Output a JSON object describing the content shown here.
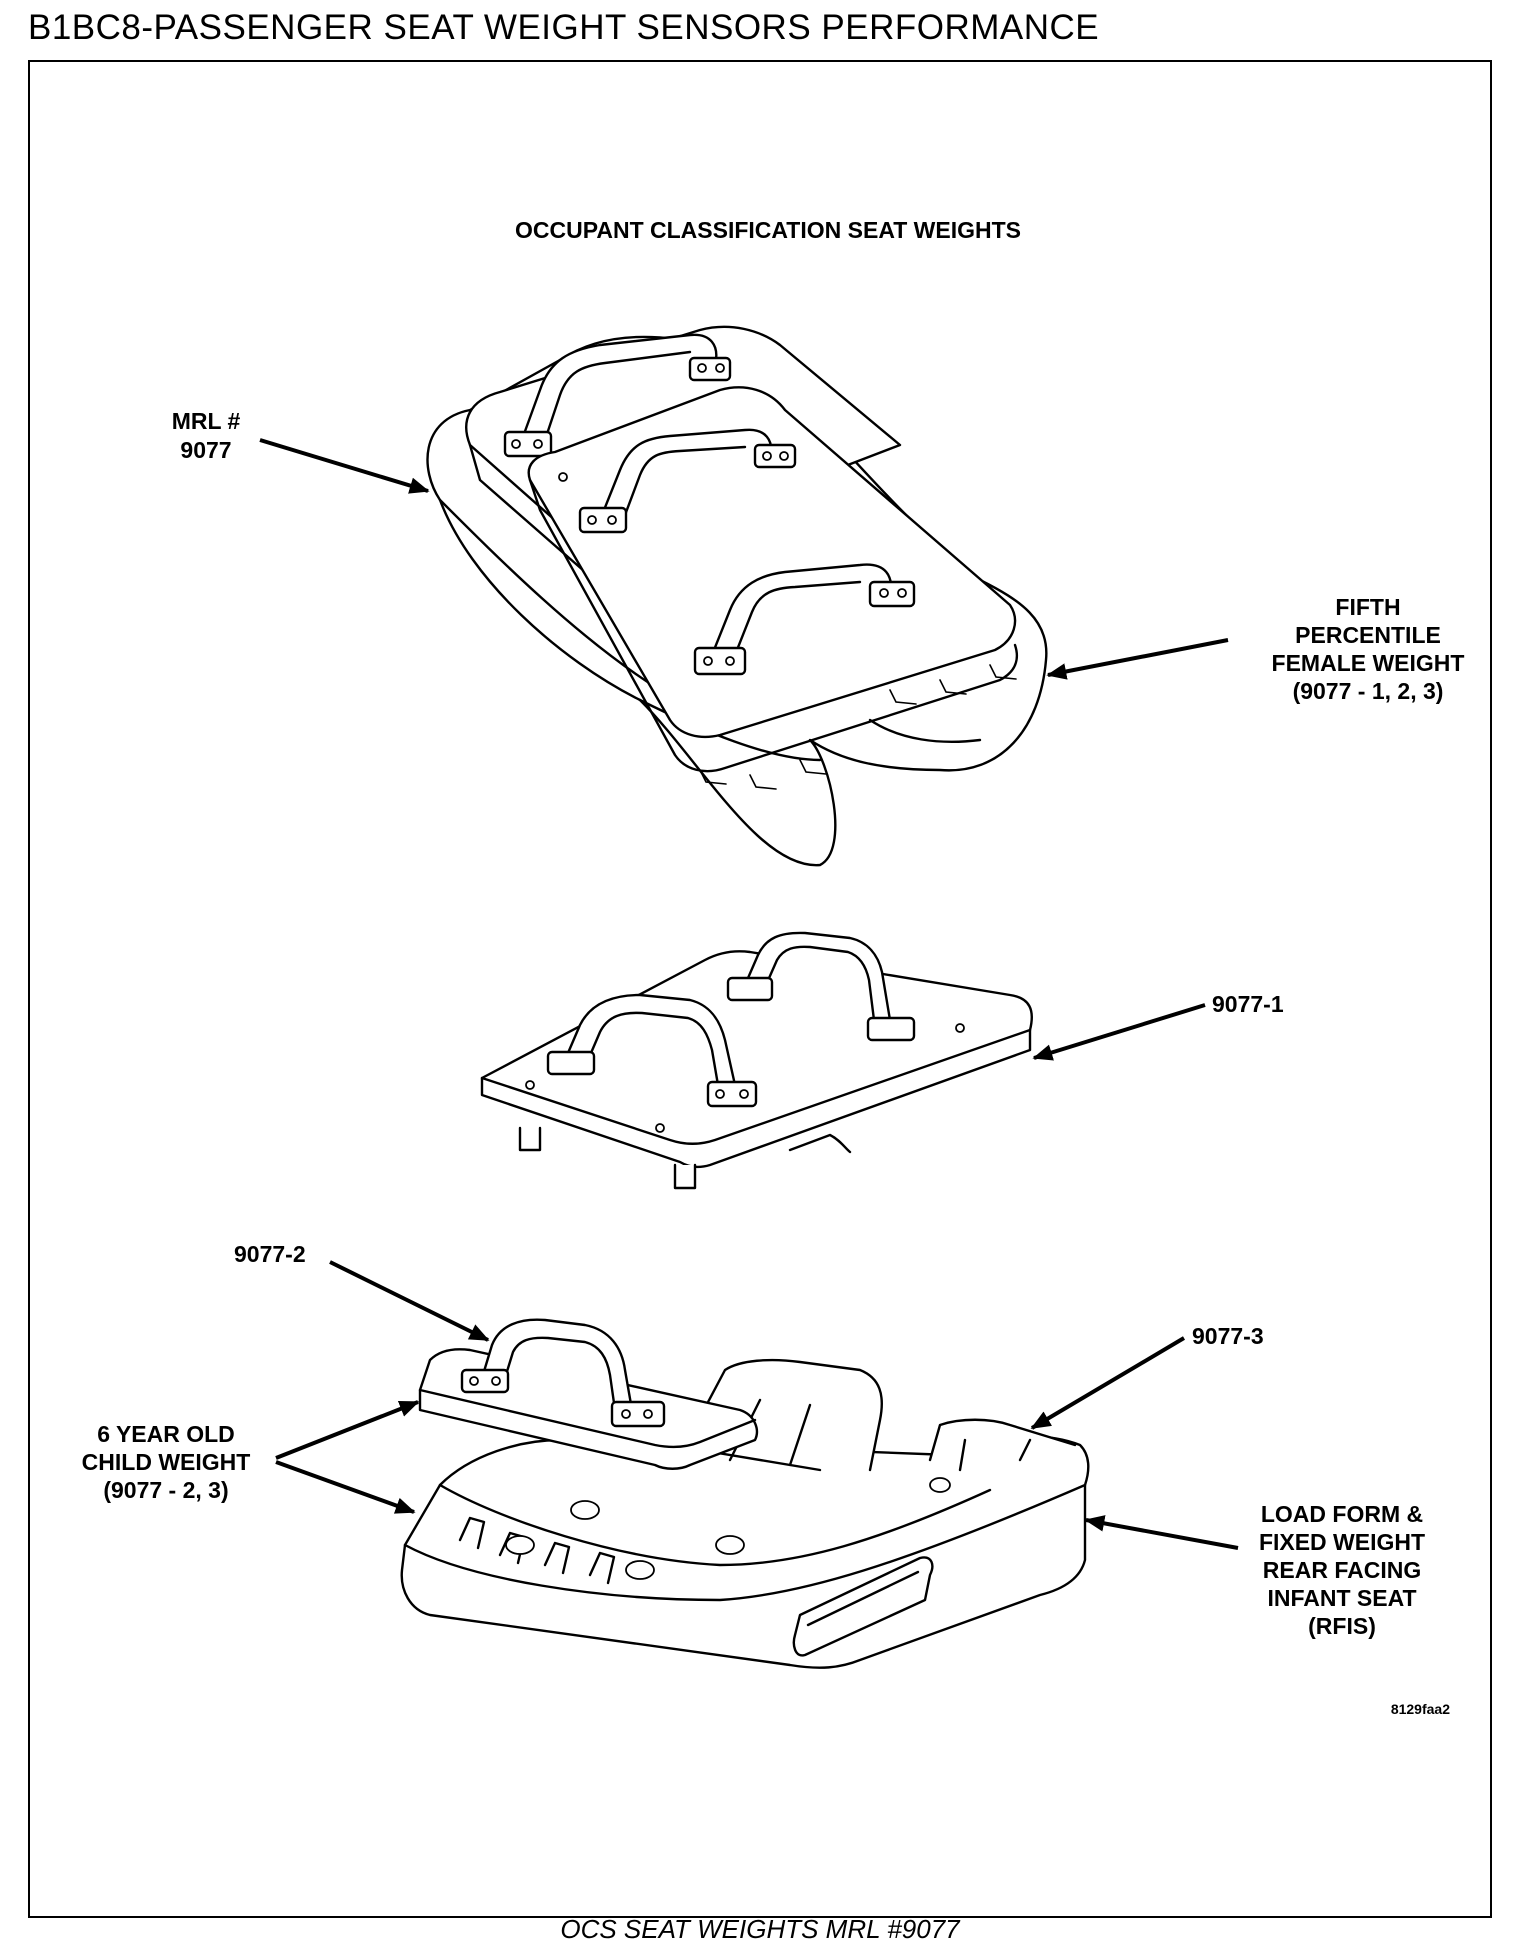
{
  "page": {
    "title": "B1BC8-PASSENGER SEAT WEIGHT SENSORS PERFORMANCE",
    "caption": "OCS SEAT WEIGHTS MRL #9077"
  },
  "diagram": {
    "heading": "OCCUPANT CLASSIFICATION SEAT WEIGHTS",
    "labels": {
      "mrl_line1": "MRL #",
      "mrl_line2": "9077",
      "fifth_line1": "FIFTH",
      "fifth_line2": "PERCENTILE",
      "fifth_line3": "FEMALE WEIGHT",
      "fifth_line4": "(9077 - 1, 2, 3)",
      "part_9077_1": "9077-1",
      "part_9077_2": "9077-2",
      "part_9077_3": "9077-3",
      "child_line1": "6 YEAR OLD",
      "child_line2": "CHILD WEIGHT",
      "child_line3": "(9077 - 2, 3)",
      "rfis_line1": "LOAD FORM &",
      "rfis_line2": "FIXED WEIGHT",
      "rfis_line3": "REAR FACING",
      "rfis_line4": "INFANT SEAT",
      "rfis_line5": "(RFIS)"
    },
    "figure_code": "8129faa2"
  }
}
